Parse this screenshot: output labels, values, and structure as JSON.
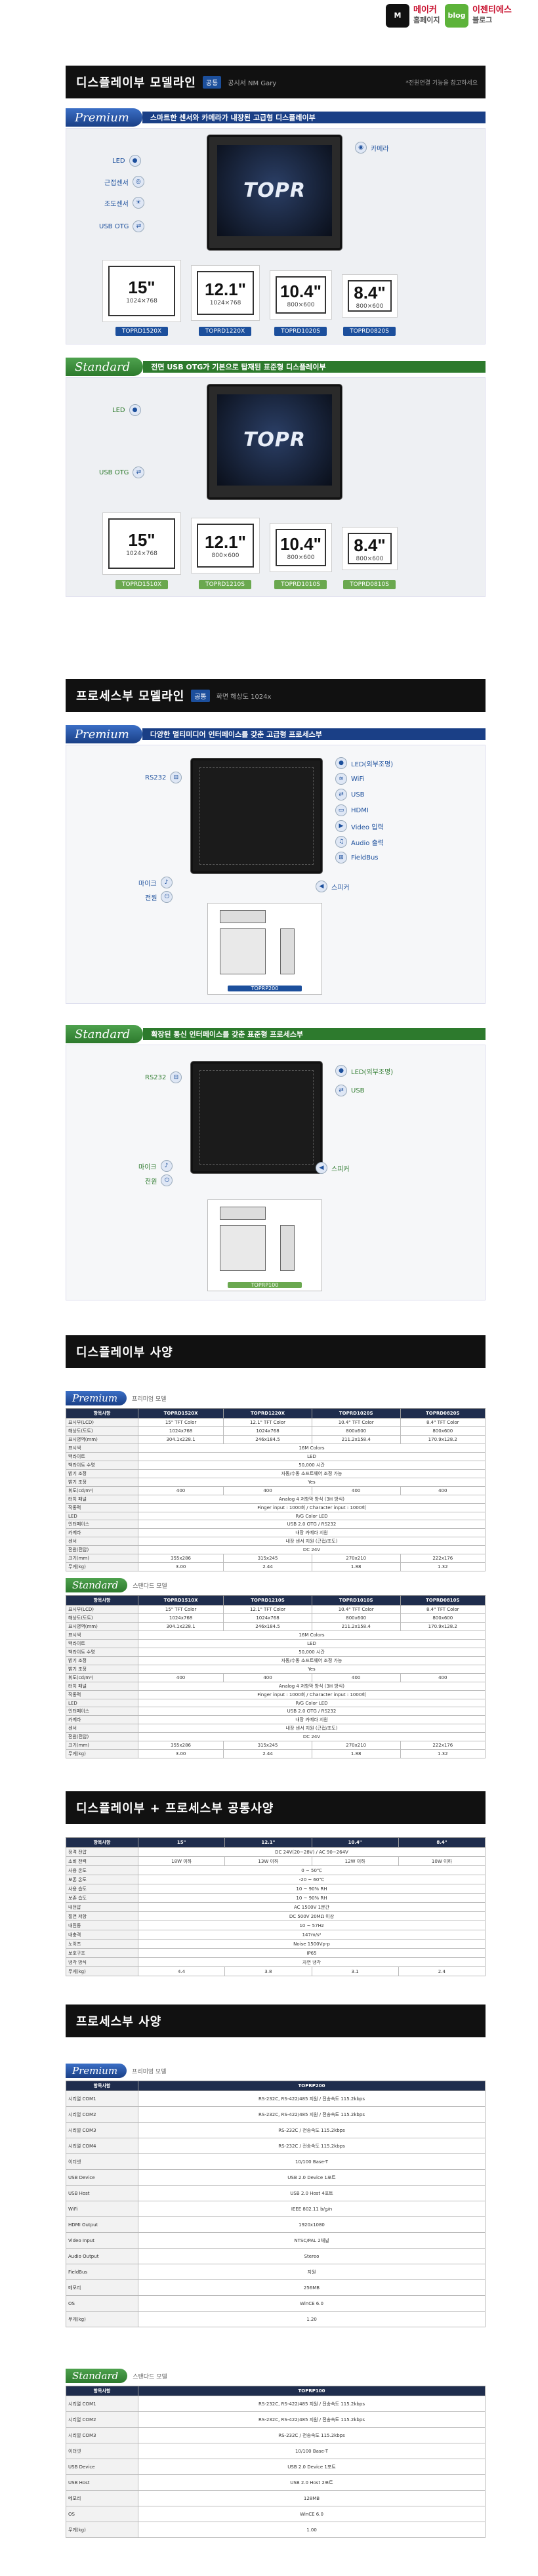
{
  "toplinks": {
    "maker_line1": "메이커",
    "maker_line2": "홈페이지",
    "blog_line1": "이젠티에스",
    "blog_line2": "블로그",
    "maker_icon": "M",
    "blog_icon": "blog"
  },
  "display_lineup": {
    "title": "디스플레이부 모델라인",
    "badge": "공통",
    "sub": "공시서 NM Gary",
    "note": "*전원연결 기능을 참고하세요",
    "premium": {
      "tag": "Premium",
      "desc": "스마트한 센서와 카메라가 내장된 고급형 디스플레이부",
      "callouts": [
        "LED",
        "근접센서",
        "조도센서",
        "USB OTG",
        "카메라"
      ],
      "sizes": [
        {
          "inch": "15\"",
          "res": "1024×768",
          "model": "TOPRD1520X"
        },
        {
          "inch": "12.1\"",
          "res": "1024×768",
          "model": "TOPRD1220X"
        },
        {
          "inch": "10.4\"",
          "res": "800×600",
          "model": "TOPRD1020S"
        },
        {
          "inch": "8.4\"",
          "res": "800×600",
          "model": "TOPRD0820S"
        }
      ]
    },
    "standard": {
      "tag": "Standard",
      "desc": "전면 USB OTG가 기본으로 탑재된 표준형 디스플레이부",
      "callouts": [
        "LED",
        "USB OTG"
      ],
      "sizes": [
        {
          "inch": "15\"",
          "res": "1024×768",
          "model": "TOPRD1510X"
        },
        {
          "inch": "12.1\"",
          "res": "800×600",
          "model": "TOPRD1210S"
        },
        {
          "inch": "10.4\"",
          "res": "800×600",
          "model": "TOPRD1010S"
        },
        {
          "inch": "8.4\"",
          "res": "800×600",
          "model": "TOPRD0810S"
        }
      ]
    },
    "logo": "TOPR"
  },
  "processor_lineup": {
    "title": "프로세스부 모델라인",
    "badge": "공통",
    "sub": "화면 해상도 1024x",
    "premium": {
      "tag": "Premium",
      "desc": "다양한 멀티미디어 인터페이스를 갖춘 고급형 프로세스부",
      "callouts_right": [
        "LED(외부조명)",
        "WiFi",
        "USB",
        "HDMI",
        "Video 입력",
        "Audio 출력",
        "FieldBus",
        "스피커"
      ],
      "callouts_left": [
        "RS232",
        "마이크",
        "전원"
      ],
      "model": "TOPRP200"
    },
    "standard": {
      "tag": "Standard",
      "desc": "확장된 통신 인터페이스를 갖춘 표준형 프로세스부",
      "callouts_right": [
        "LED(외부조명)",
        "USB",
        "스피커"
      ],
      "callouts_left": [
        "RS232",
        "마이크",
        "전원"
      ],
      "model": "TOPRP100"
    }
  },
  "display_spec": {
    "title": "디스플레이부 사양",
    "premium_tag": "Premium",
    "premium_cap": "프리미엄 모델",
    "standard_tag": "Standard",
    "standard_cap": "스탠다드 모델",
    "premium_headers": [
      "항목사항",
      "TOPRD1520X",
      "TOPRD1220X",
      "TOPRD1020S",
      "TOPRD0820S"
    ],
    "standard_headers": [
      "항목사항",
      "TOPRD1510X",
      "TOPRD1210S",
      "TOPRD1010S",
      "TOPRD0810S"
    ],
    "rows": [
      [
        "표시부(LCD)",
        "15\" TFT Color",
        "12.1\" TFT Color",
        "10.4\" TFT Color",
        "8.4\" TFT Color"
      ],
      [
        "해상도(도트)",
        "1024x768",
        "1024x768",
        "800x600",
        "800x600"
      ],
      [
        "표시영역(mm)",
        "304.1x228.1",
        "246x184.5",
        "211.2x158.4",
        "170.9x128.2"
      ],
      [
        "표시색",
        "",
        "16M Colors",
        "",
        ""
      ],
      [
        "백라이트",
        "",
        "LED",
        "",
        ""
      ],
      [
        "백라이트 수명",
        "",
        "50,000 시간",
        "",
        ""
      ],
      [
        "밝기 조정",
        "",
        "자동/수동 소프트웨어 조정 가능",
        "",
        ""
      ],
      [
        "밝기 조정",
        "",
        "Yes",
        "",
        ""
      ],
      [
        "휘도(cd/m²)",
        "400",
        "400",
        "400",
        "400"
      ],
      [
        "터치 패널",
        "",
        "Analog 4 저항막 방식 (3H 방식)",
        "",
        ""
      ],
      [
        "작동력",
        "",
        "Finger input : 1000회 / Character input : 1000회",
        "",
        ""
      ],
      [
        "LED",
        "",
        "R/G Color LED",
        "",
        ""
      ],
      [
        "인터페이스",
        "",
        "USB 2.0 OTG / RS232",
        "",
        ""
      ],
      [
        "카메라",
        "",
        "내장 카메라 지원",
        "",
        ""
      ],
      [
        "센서",
        "",
        "내장 센서 지원 (근접/조도)",
        "",
        ""
      ],
      [
        "전원(전압)",
        "",
        "DC 24V",
        "",
        ""
      ],
      [
        "크기(mm)",
        "355x286",
        "315x245",
        "270x210",
        "222x176"
      ],
      [
        "무게(kg)",
        "3.00",
        "2.44",
        "1.88",
        "1.32"
      ]
    ]
  },
  "common_spec": {
    "title": "디스플레이부 + 프로세스부 공통사양",
    "headers": [
      "항목사항",
      "15\"",
      "12.1\"",
      "10.4\"",
      "8.4\""
    ],
    "rows": [
      [
        "정격 전압",
        "",
        "DC 24V(20~28V) / AC 90~264V",
        "",
        ""
      ],
      [
        "소비 전력",
        "18W 이하",
        "13W 이하",
        "12W 이하",
        "10W 이하"
      ],
      [
        "사용 온도",
        "",
        "0 ~ 50℃",
        "",
        ""
      ],
      [
        "보존 온도",
        "",
        "-20 ~ 60℃",
        "",
        ""
      ],
      [
        "사용 습도",
        "",
        "10 ~ 90% RH",
        "",
        ""
      ],
      [
        "보존 습도",
        "",
        "10 ~ 90% RH",
        "",
        ""
      ],
      [
        "내전압",
        "",
        "AC 1500V 1분간",
        "",
        ""
      ],
      [
        "절연 저항",
        "",
        "DC 500V 20MΩ 이상",
        "",
        ""
      ],
      [
        "내진동",
        "",
        "10 ~ 57Hz",
        "",
        ""
      ],
      [
        "내충격",
        "",
        "147m/s²",
        "",
        ""
      ],
      [
        "노이즈",
        "",
        "Noise 1500Vp-p",
        "",
        ""
      ],
      [
        "보호구조",
        "",
        "IP65",
        "",
        ""
      ],
      [
        "냉각 방식",
        "",
        "자연 냉각",
        "",
        ""
      ],
      [
        "무게(kg)",
        "4.4",
        "3.8",
        "3.1",
        "2.4"
      ]
    ]
  },
  "processor_spec": {
    "title": "프로세스부 사양",
    "premium_tag": "Premium",
    "premium_cap": "프리미엄 모델",
    "standard_tag": "Standard",
    "standard_cap": "스탠다드 모델",
    "premium_header": [
      "항목사항",
      "TOPRP200"
    ],
    "standard_header": [
      "항목사항",
      "TOPRP100"
    ],
    "premium_rows": [
      [
        "시리얼 COM1",
        "RS-232C, RS-422/485 지원 / 전송속도 115.2kbps"
      ],
      [
        "시리얼 COM2",
        "RS-232C, RS-422/485 지원 / 전송속도 115.2kbps"
      ],
      [
        "시리얼 COM3",
        "RS-232C / 전송속도 115.2kbps"
      ],
      [
        "시리얼 COM4",
        "RS-232C / 전송속도 115.2kbps"
      ],
      [
        "이더넷",
        "10/100 Base-T"
      ],
      [
        "USB Device",
        "USB 2.0 Device 1포트"
      ],
      [
        "USB Host",
        "USB 2.0 Host 4포트"
      ],
      [
        "WiFi",
        "IEEE 802.11 b/g/n"
      ],
      [
        "HDMI Output",
        "1920x1080"
      ],
      [
        "Video Input",
        "NTSC/PAL 2채널"
      ],
      [
        "Audio Output",
        "Stereo"
      ],
      [
        "FieldBus",
        "지원"
      ],
      [
        "메모리",
        "256MB"
      ],
      [
        "OS",
        "WinCE 6.0"
      ],
      [
        "무게(kg)",
        "1.20"
      ]
    ],
    "standard_rows": [
      [
        "시리얼 COM1",
        "RS-232C, RS-422/485 지원 / 전송속도 115.2kbps"
      ],
      [
        "시리얼 COM2",
        "RS-232C, RS-422/485 지원 / 전송속도 115.2kbps"
      ],
      [
        "시리얼 COM3",
        "RS-232C / 전송속도 115.2kbps"
      ],
      [
        "이더넷",
        "10/100 Base-T"
      ],
      [
        "USB Device",
        "USB 2.0 Device 1포트"
      ],
      [
        "USB Host",
        "USB 2.0 Host 2포트"
      ],
      [
        "메모리",
        "128MB"
      ],
      [
        "OS",
        "WinCE 6.0"
      ],
      [
        "무게(kg)",
        "1.00"
      ]
    ]
  }
}
